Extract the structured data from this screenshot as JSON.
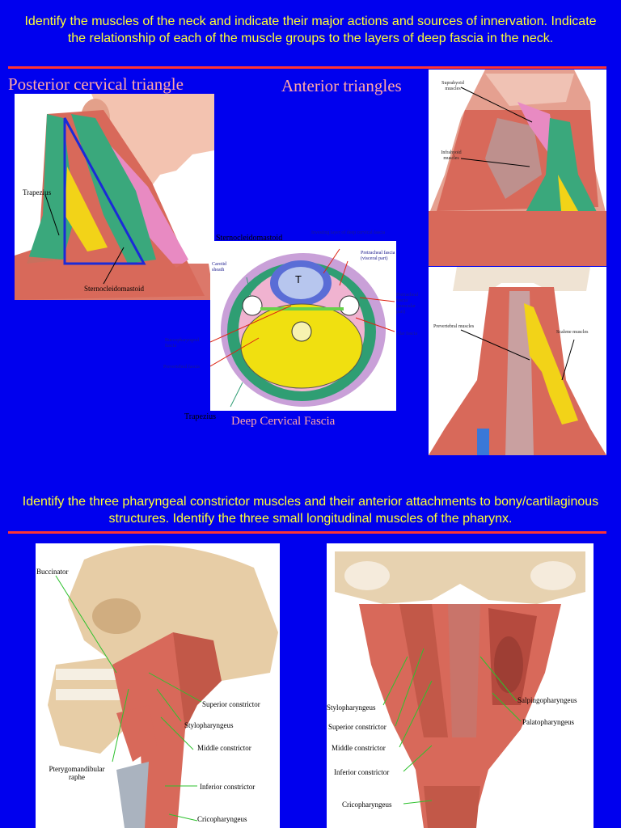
{
  "top_instruction": "Identify the muscles of the neck and indicate their major actions and sources of innervation. Indicate the relationship of each of the muscle groups to the layers of deep fascia in the neck.",
  "bottom_instruction": "Identify the three pharyngeal constrictor muscles and their anterior attachments to bony/cartilaginous structures. Identify the three small longitudinal muscles of the pharynx.",
  "section_titles": {
    "posterior": "Posterior cervical triangle",
    "anterior": "Anterior triangles",
    "fascia": "Deep Cervical Fascia"
  },
  "posterior_panel": {
    "trapezius": "Trapezius",
    "scm": "Sternocleidomastoid"
  },
  "fascia_panel": {
    "scm": "Sternocleidomastoid",
    "investing": "Investing layer of deep cervical fascia",
    "carotid": "Carotid sheath",
    "pretracheal_visceral": "Pretracheal fascia (visceral part)",
    "pretracheal_muscular": "Pretracheal fascia (muscular part)",
    "buccopharyngeal": "Buccopharyngeal fascia",
    "alar": "Alar fascia",
    "prevertebral": "Prevertebral fascia",
    "trapezius": "Trapezius",
    "trachea_letter": "T"
  },
  "anterior_panel": {
    "suprahyoid": "Suprahyoid muscles",
    "infrahyoid": "Infrahyoid muscles"
  },
  "prevertebral_panel": {
    "prevertebral": "Prevertebral muscles",
    "scalene": "Scalene muscles"
  },
  "lateral_pharynx_panel": {
    "buccinator": "Buccinator",
    "superior": "Superior constrictor",
    "stylopharyngeus": "Stylopharyngeus",
    "middle": "Middle constrictor",
    "pterygo": "Pterygomandibular raphe",
    "inferior": "Inferior constrictor",
    "crico": "Cricopharyngeus"
  },
  "posterior_pharynx_panel": {
    "stylopharyngeus": "Stylopharyngeus",
    "superior": "Superior constrictor",
    "middle": "Middle constrictor",
    "inferior": "Inferior constrictor",
    "crico": "Cricopharyngeus",
    "salpingo": "Salpingopharyngeus",
    "palato": "Palatopharyngeus"
  },
  "colors": {
    "background": "#0000ee",
    "heading": "#ffff33",
    "rule": "#ff3333",
    "section_title": "#ffa6a6",
    "muscle": "#d8695a",
    "scm_green": "#3aa87c",
    "yellow": "#f2d318",
    "pink": "#e88ac2"
  }
}
